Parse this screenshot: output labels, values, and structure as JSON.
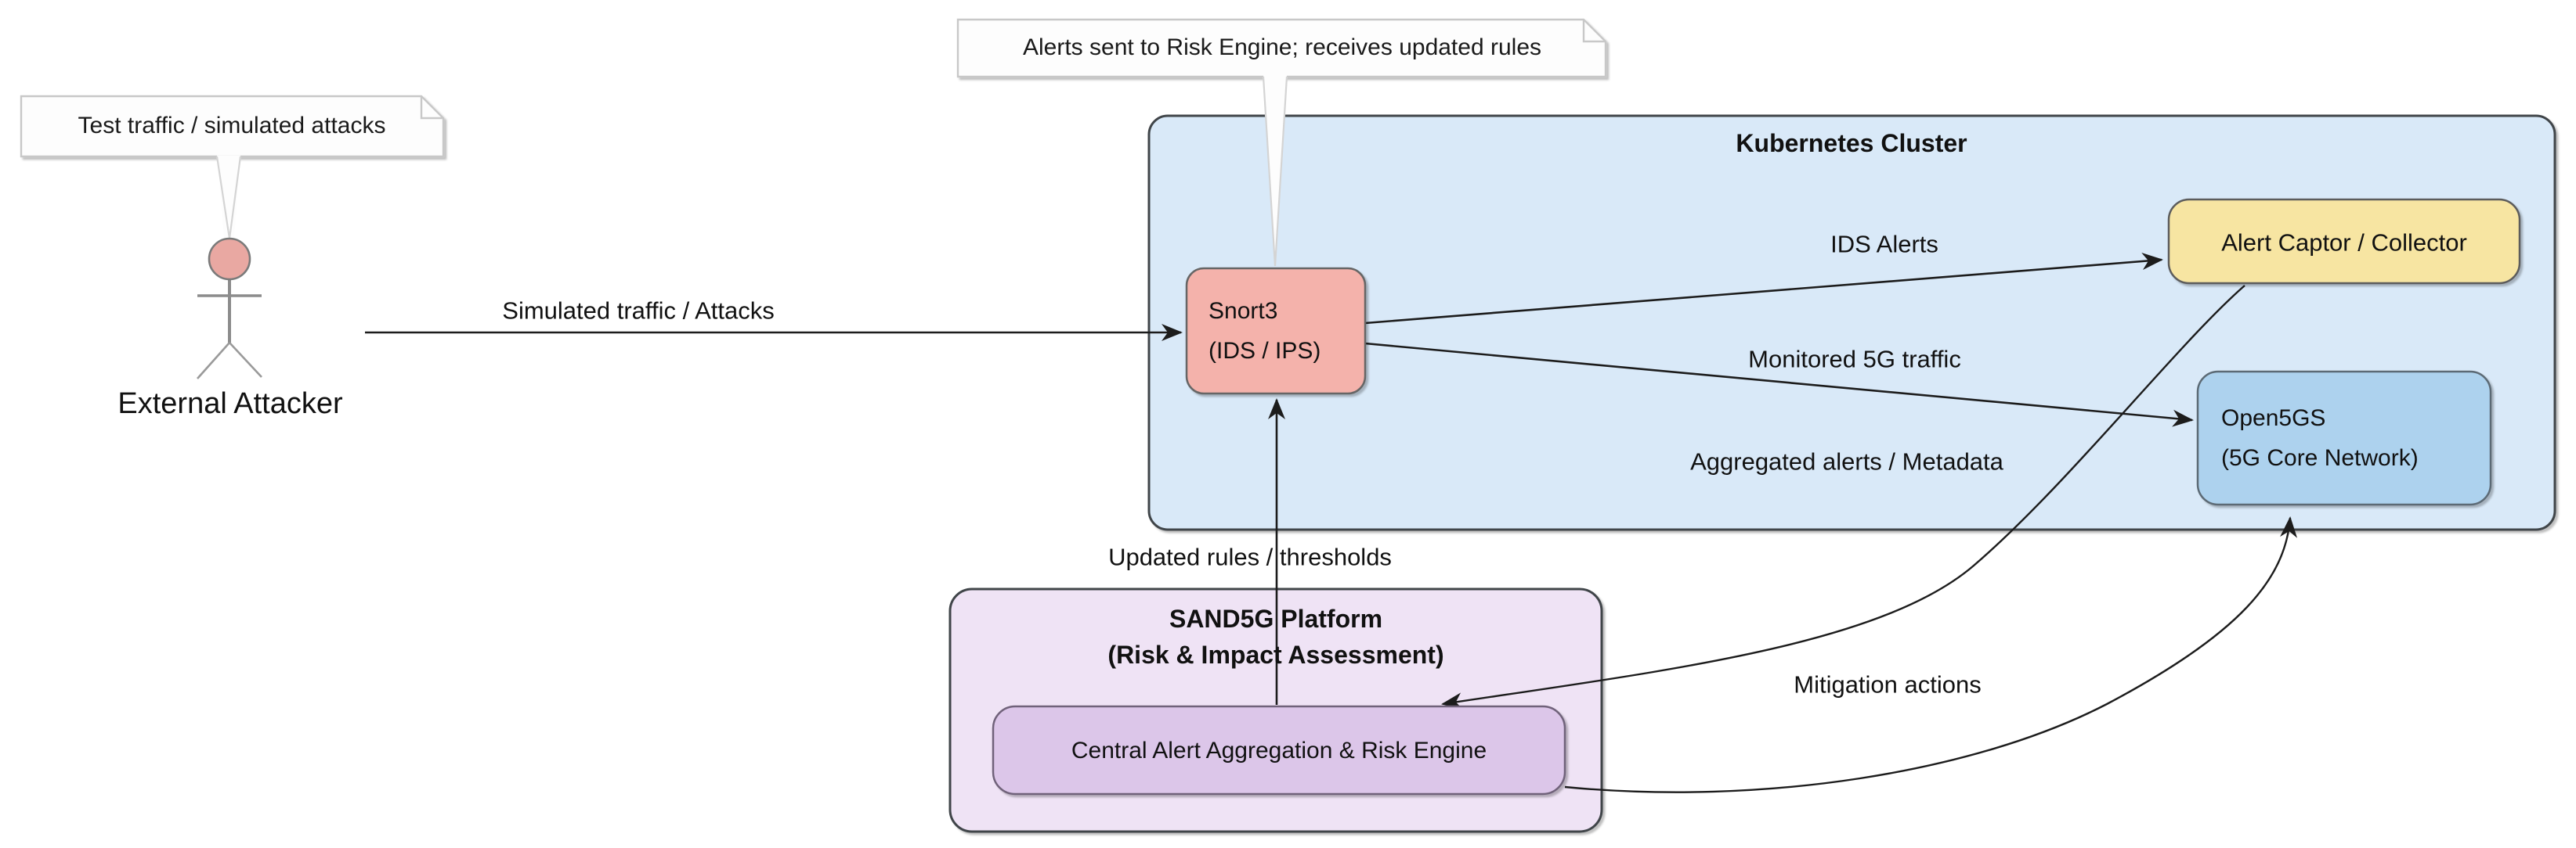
{
  "notes": {
    "attacker_note": "Test traffic / simulated attacks",
    "snort_note": "Alerts sent to Risk Engine; receives updated rules"
  },
  "actor": {
    "label": "External Attacker"
  },
  "containers": {
    "k8s": {
      "title": "Kubernetes Cluster"
    },
    "sand5g": {
      "title_line1": "SAND5G Platform",
      "title_line2": "(Risk & Impact Assessment)"
    }
  },
  "nodes": {
    "snort3": {
      "line1": "Snort3",
      "line2": "(IDS / IPS)"
    },
    "alert_captor": {
      "label": "Alert Captor / Collector"
    },
    "open5gs": {
      "line1": "Open5GS",
      "line2": "(5G Core Network)"
    },
    "risk_engine": {
      "label": "Central Alert Aggregation & Risk Engine"
    }
  },
  "edges": {
    "simulated_traffic": "Simulated traffic / Attacks",
    "ids_alerts": "IDS Alerts",
    "monitored_traffic": "Monitored 5G traffic",
    "aggregated_alerts": "Aggregated alerts / Metadata",
    "updated_rules": "Updated rules / thresholds",
    "mitigation_actions": "Mitigation actions"
  },
  "colors": {
    "k8s_fill": "#d9e9f8",
    "k8s_border": "#40454a",
    "sand5g_fill": "#efe3f5",
    "sand5g_border": "#40454a",
    "snort3_fill": "#f4b2ab",
    "alert_captor_fill": "#f7e5a2",
    "open5gs_fill": "#add2ee",
    "risk_engine_fill": "#dcc6e9",
    "node_border": "#666666",
    "actor_head_fill": "#e9a8a2",
    "note_fill": "#fdfdfd",
    "note_border": "#c8c8c8",
    "edge_color": "#1c1c1c"
  }
}
